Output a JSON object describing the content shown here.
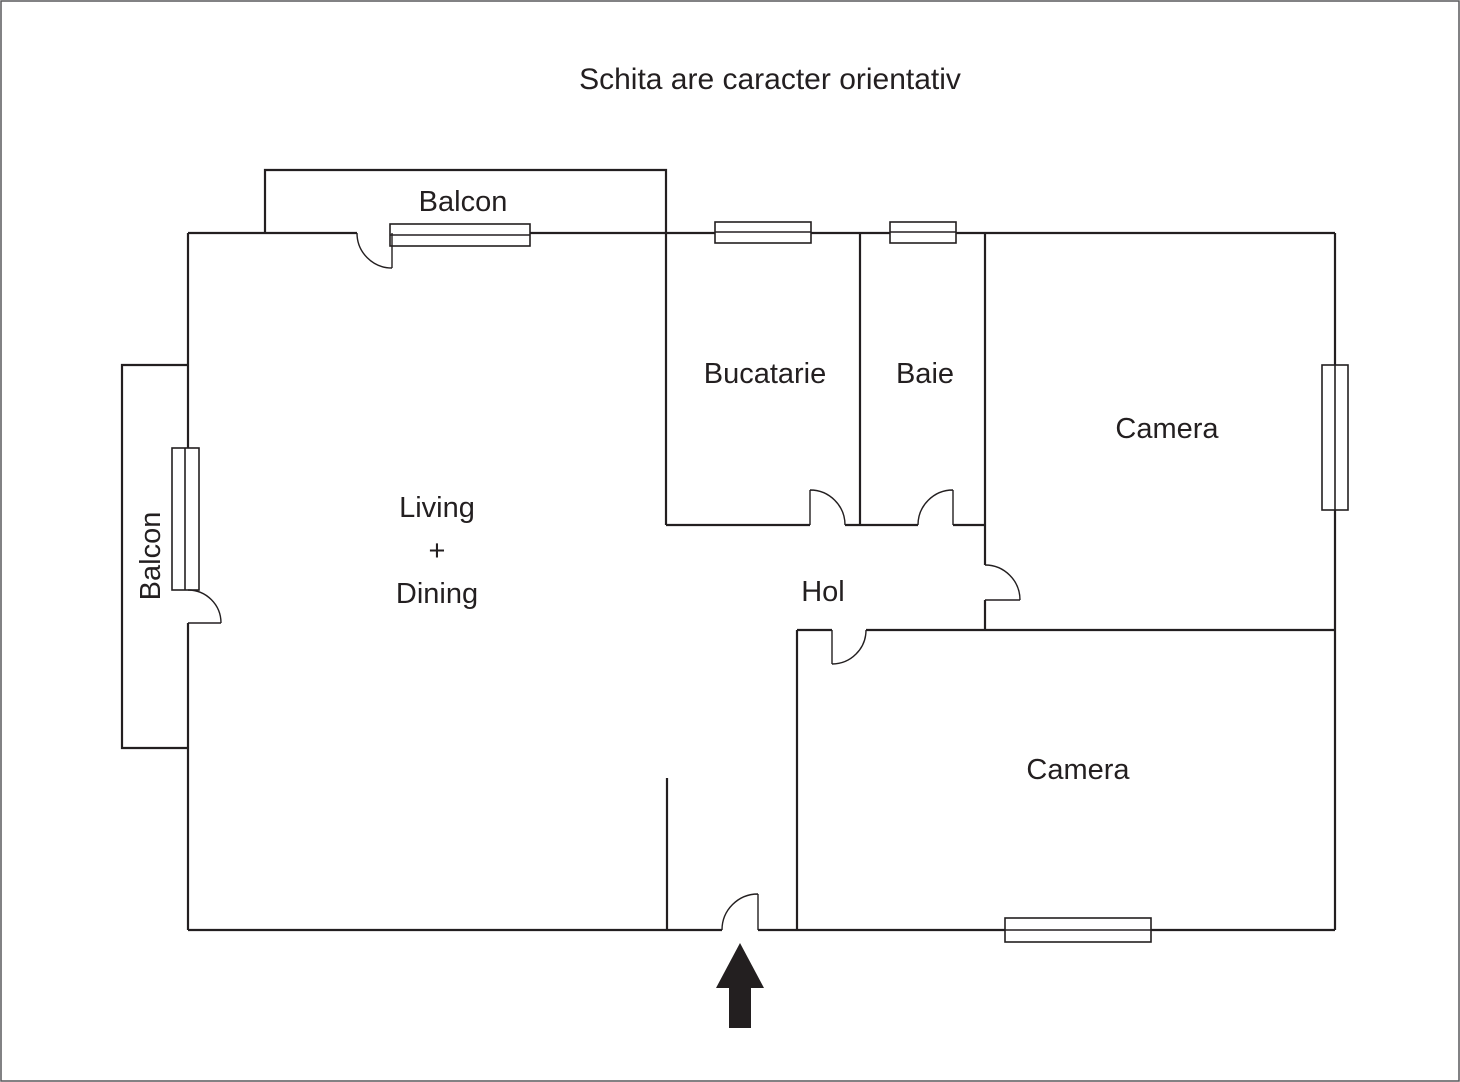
{
  "title": "Schita are caracter orientativ",
  "rooms": {
    "balcon_top": "Balcon",
    "balcon_left": "Balcon",
    "bucatarie": "Bucatarie",
    "baie": "Baie",
    "camera_top": "Camera",
    "camera_bottom": "Camera",
    "hol": "Hol",
    "living_line1": "Living",
    "living_line2": "+",
    "living_line3": "Dining"
  },
  "colors": {
    "wall_line": "#231f20",
    "page_border": "#58595b",
    "background": "#ffffff",
    "arrow": "#231f20"
  }
}
